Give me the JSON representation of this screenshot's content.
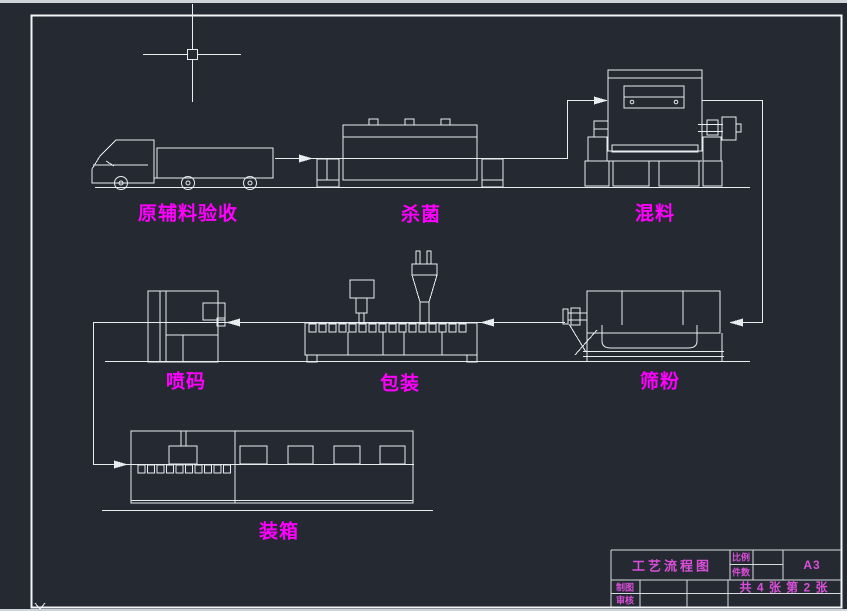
{
  "canvas": {
    "background_color": "#242932",
    "line_color": "#e9edf0",
    "label_color": "#ff00ff",
    "titleblock_text_color": "#d94fd9"
  },
  "stages": [
    {
      "id": "receiving",
      "label": "原辅料验收"
    },
    {
      "id": "sterilization",
      "label": "杀菌"
    },
    {
      "id": "mixing",
      "label": "混料"
    },
    {
      "id": "coding",
      "label": "喷码"
    },
    {
      "id": "packaging",
      "label": "包装"
    },
    {
      "id": "sieving",
      "label": "筛粉"
    },
    {
      "id": "boxing",
      "label": "装箱"
    }
  ],
  "title_block": {
    "title": "工艺流程图",
    "scale_label": "比例",
    "quantity_label": "件数",
    "paper_size": "A3",
    "drafter_label": "制图",
    "reviewer_label": "审核",
    "sheet_info": "共 4 张  第 2 张"
  }
}
